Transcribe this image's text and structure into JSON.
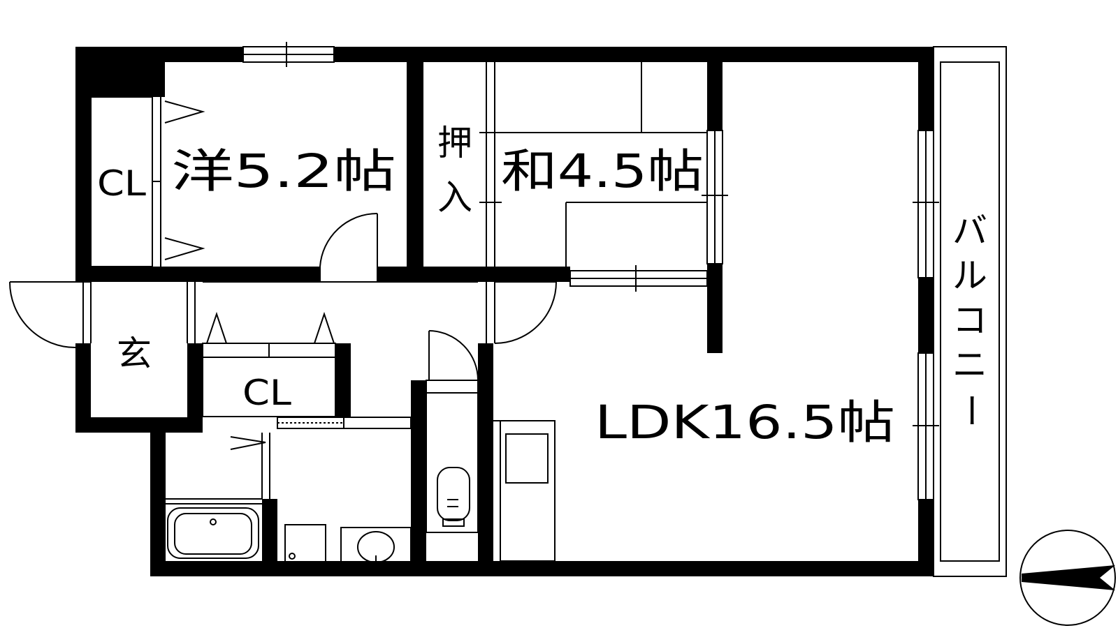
{
  "rooms": {
    "western": "洋5.2帖",
    "japanese": "和4.5帖",
    "ldk": "LDK16.5帖",
    "closet_top": "CL",
    "closet_hall": "CL",
    "entrance": "玄",
    "oshiire_top": "押",
    "oshiire_bottom": "入"
  },
  "balcony": {
    "chars": [
      "バ",
      "ル",
      "コ",
      "ニ",
      "ー"
    ]
  },
  "colors": {
    "wall": "#000000",
    "background": "#ffffff"
  }
}
